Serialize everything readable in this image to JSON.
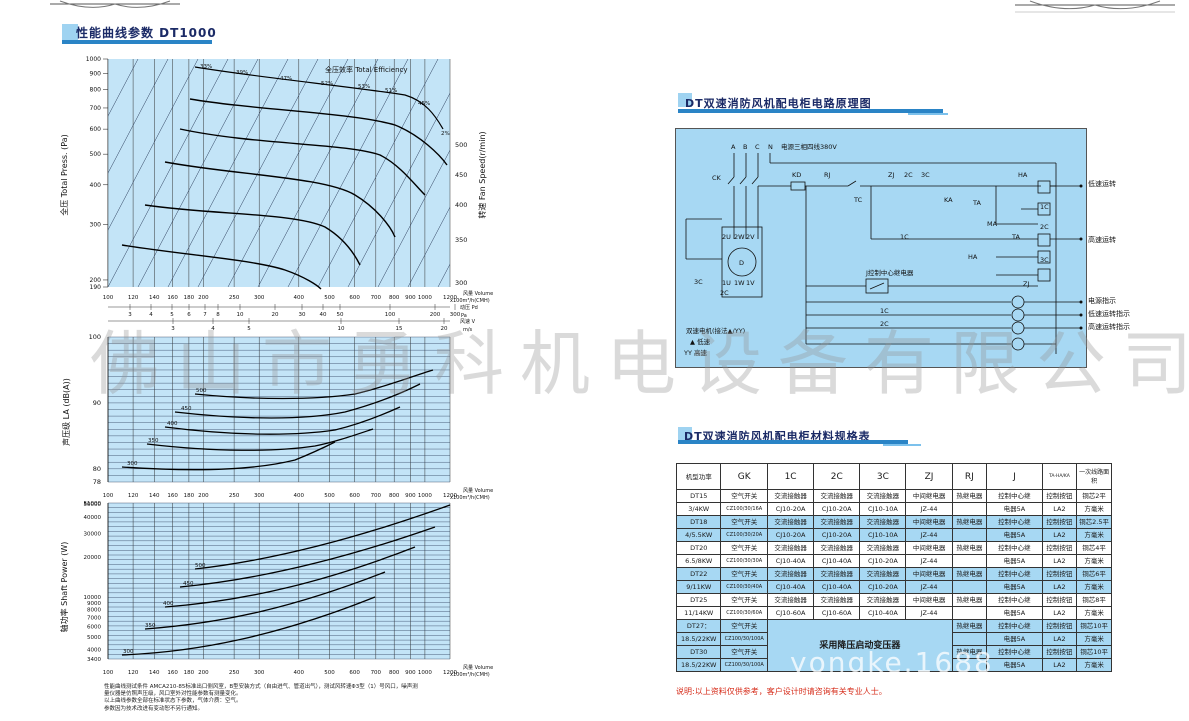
{
  "left": {
    "title": "性能曲线参数 DT1000",
    "perf_chart": {
      "y_title": "全压  Total  Press. (Pa)",
      "y_ticks": [
        "1000",
        "900",
        "800",
        "700",
        "600",
        "500",
        "400",
        "300",
        "200",
        "190"
      ],
      "right_title": "转速  Fan Speed(r/min)",
      "right_ticks": [
        "500",
        "450",
        "400",
        "350",
        "300"
      ],
      "efficiency_label": "全压效率  Total Efficiency",
      "efficiency_marks": [
        "33%",
        "39%",
        "47%",
        "52%",
        "53%",
        "51%",
        "45%",
        "2%"
      ],
      "x_ticks": [
        "100",
        "120",
        "140",
        "160",
        "180",
        "200",
        "250",
        "300",
        "400",
        "500",
        "600",
        "700",
        "800",
        "900",
        "1000",
        "1200"
      ],
      "x_label_line1": "风量  Volume",
      "x_label_line2": "x100m³/h(CMH)",
      "dyn_label": "动压 Pd",
      "dyn_unit": "Pa",
      "dyn_ticks": [
        "3",
        "4",
        "5",
        "6",
        "7",
        "8",
        "10",
        "20",
        "30",
        "40",
        "50",
        "100",
        "200",
        "300"
      ],
      "vel_label": "风速 V",
      "vel_unit": "m/s",
      "vel_ticks": [
        "3",
        "4",
        "5",
        "10",
        "15",
        "20"
      ]
    },
    "noise_chart": {
      "y_title": "声压级  LA (dB(A))",
      "y_ticks": [
        "100",
        "90",
        "80",
        "78"
      ],
      "curve_labels": [
        "500",
        "450",
        "400",
        "350",
        "300"
      ],
      "x_ticks": [
        "100",
        "120",
        "140",
        "160",
        "180",
        "200",
        "250",
        "300",
        "400",
        "500",
        "600",
        "700",
        "800",
        "900",
        "1000",
        "1200"
      ],
      "x_label_line1": "风量  Volume",
      "x_label_line2": "x100m³/h(CMH)"
    },
    "power_chart": {
      "y_title": "轴功率  Shaft  Power (W)",
      "y_ticks": [
        "51000",
        "50000",
        "40000",
        "30000",
        "20000",
        "10000",
        "9000",
        "8000",
        "7000",
        "6000",
        "5000",
        "4000",
        "3400"
      ],
      "curve_labels": [
        "500",
        "450",
        "400",
        "350",
        "300"
      ],
      "x_ticks": [
        "100",
        "120",
        "140",
        "160",
        "180",
        "200",
        "250",
        "300",
        "400",
        "500",
        "600",
        "700",
        "800",
        "900",
        "1000",
        "1200"
      ],
      "x_label_line1": "风量  Volume",
      "x_label_line2": "x100m³/h(CMH)"
    },
    "notes": [
      "性能曲线测试条件 AMCA210-85标准出口侧风室，B型安装方式（自由进气、管道出气），测试风转速Φ3型（1）号风口，噪声测",
      "量仪器是仿照声压级，风口室外对性能参数有测量变化。",
      "以上曲线参数全部在标准状态下参数，气体介质：空气。",
      "参数因为技术改进有变动恕不另行通知。"
    ]
  },
  "right": {
    "circuit_title": "DT双速消防风机配电柜电路原理图",
    "circuit": {
      "phases": [
        "A",
        "B",
        "C",
        "N"
      ],
      "supply": "电源三相四线380V",
      "labels": [
        "CK",
        "KD",
        "RJ",
        "TC",
        "ZJ",
        "2C",
        "3C",
        "KA",
        "TA",
        "HA",
        "1C",
        "MA",
        "TA",
        "2C",
        "3C",
        "HA",
        "ZJ",
        "1C",
        "2C",
        "3C",
        "2U",
        "2W",
        "2V",
        "D",
        "1U",
        "1W",
        "1V",
        "3C",
        "2C",
        "J控制中心继电器"
      ],
      "outputs": [
        "低速运转",
        "高速运转",
        "电源指示",
        "低速运转指示",
        "高速运转指示"
      ],
      "motor_note": "双速电机(接法▲/YY)",
      "legend_low": "▲ 低速",
      "legend_high": "YY 高速"
    },
    "table_title": "DT双速消防风机配电柜材料规格表",
    "table": {
      "headers": [
        "机型功率",
        "GK",
        "1C",
        "2C",
        "3C",
        "ZJ",
        "RJ",
        "J",
        "TA-HA/KA",
        "一次线路面积"
      ],
      "rows": [
        {
          "model": [
            "DT15",
            "3/4KW"
          ],
          "gk": [
            "空气开关",
            "CZ100/30/16A"
          ],
          "c1": [
            "交流接触器",
            "CJ10-20A"
          ],
          "c2": [
            "交流接触器",
            "CJ10-20A"
          ],
          "c3": [
            "交流接触器",
            "CJ10-10A"
          ],
          "zj": [
            "中间继电器",
            "JZ-44"
          ],
          "rj": [
            "热继电器",
            ""
          ],
          "j": [
            "控制中心继",
            "电器5A"
          ],
          "ta": [
            "控制按钮",
            "LA2"
          ],
          "area": [
            "铜芯2平",
            "方毫米"
          ]
        },
        {
          "model": [
            "DT18",
            "4/5.5KW"
          ],
          "gk": [
            "空气开关",
            "CZ100/30/20A"
          ],
          "c1": [
            "交流接触器",
            "CJ10-20A"
          ],
          "c2": [
            "交流接触器",
            "CJ10-20A"
          ],
          "c3": [
            "交流接触器",
            "CJ10-10A"
          ],
          "zj": [
            "中间继电器",
            "JZ-44"
          ],
          "rj": [
            "热继电器",
            ""
          ],
          "j": [
            "控制中心继",
            "电器5A"
          ],
          "ta": [
            "控制按钮",
            "LA2"
          ],
          "area": [
            "铜芯2.5平",
            "方毫米"
          ]
        },
        {
          "model": [
            "DT20",
            "6.5/8KW"
          ],
          "gk": [
            "空气开关",
            "CZ100/30/30A"
          ],
          "c1": [
            "交流接触器",
            "CJ10-40A"
          ],
          "c2": [
            "交流接触器",
            "CJ10-40A"
          ],
          "c3": [
            "交流接触器",
            "CJ10-20A"
          ],
          "zj": [
            "中间继电器",
            "JZ-44"
          ],
          "rj": [
            "热继电器",
            ""
          ],
          "j": [
            "控制中心继",
            "电器5A"
          ],
          "ta": [
            "控制按钮",
            "LA2"
          ],
          "area": [
            "铜芯4平",
            "方毫米"
          ]
        },
        {
          "model": [
            "DT22",
            "9/11KW"
          ],
          "gk": [
            "空气开关",
            "CZ100/30/40A"
          ],
          "c1": [
            "交流接触器",
            "CJ10-40A"
          ],
          "c2": [
            "交流接触器",
            "CJ10-40A"
          ],
          "c3": [
            "交流接触器",
            "CJ10-20A"
          ],
          "zj": [
            "中间继电器",
            "JZ-44"
          ],
          "rj": [
            "热继电器",
            ""
          ],
          "j": [
            "控制中心继",
            "电器5A"
          ],
          "ta": [
            "控制按钮",
            "LA2"
          ],
          "area": [
            "铜芯6平",
            "方毫米"
          ]
        },
        {
          "model": [
            "DT25",
            "11/14KW"
          ],
          "gk": [
            "空气开关",
            "CZ100/30/60A"
          ],
          "c1": [
            "交流接触器",
            "CJ10-60A"
          ],
          "c2": [
            "交流接触器",
            "CJ10-60A"
          ],
          "c3": [
            "交流接触器",
            "CJ10-40A"
          ],
          "zj": [
            "中间继电器",
            "JZ-44"
          ],
          "rj": [
            "热继电器",
            ""
          ],
          "j": [
            "控制中心继",
            "电器5A"
          ],
          "ta": [
            "控制按钮",
            "LA2"
          ],
          "area": [
            "铜芯8平",
            "方毫米"
          ]
        }
      ],
      "merged_rows": [
        {
          "model": [
            "DT27：",
            "18.5/22KW"
          ],
          "gk": [
            "空气开关",
            "CZ100/30/100A"
          ],
          "rj": [
            "热继电器",
            ""
          ],
          "j": [
            "控制中心继",
            "电器5A"
          ],
          "ta": [
            "控制按钮",
            "LA2"
          ],
          "area": [
            "铜芯10平",
            "方毫米"
          ]
        },
        {
          "model": [
            "DT30",
            "18.5/22KW"
          ],
          "gk": [
            "空气开关",
            "CZ100/30/100A"
          ],
          "rj": [
            "热继电器",
            ""
          ],
          "j": [
            "控制中心继",
            "电器5A"
          ],
          "ta": [
            "控制按钮",
            "LA2"
          ],
          "area": [
            "铜芯10平",
            "方毫米"
          ]
        }
      ],
      "merged_note": "采用降压启动变压器"
    },
    "footer_note": "说明:以上资料仅供参考，客户设计时请咨询有关专业人士。"
  },
  "watermark": "佛山市勇科机电设备有限公司",
  "watermark_url": "yongke.1688"
}
